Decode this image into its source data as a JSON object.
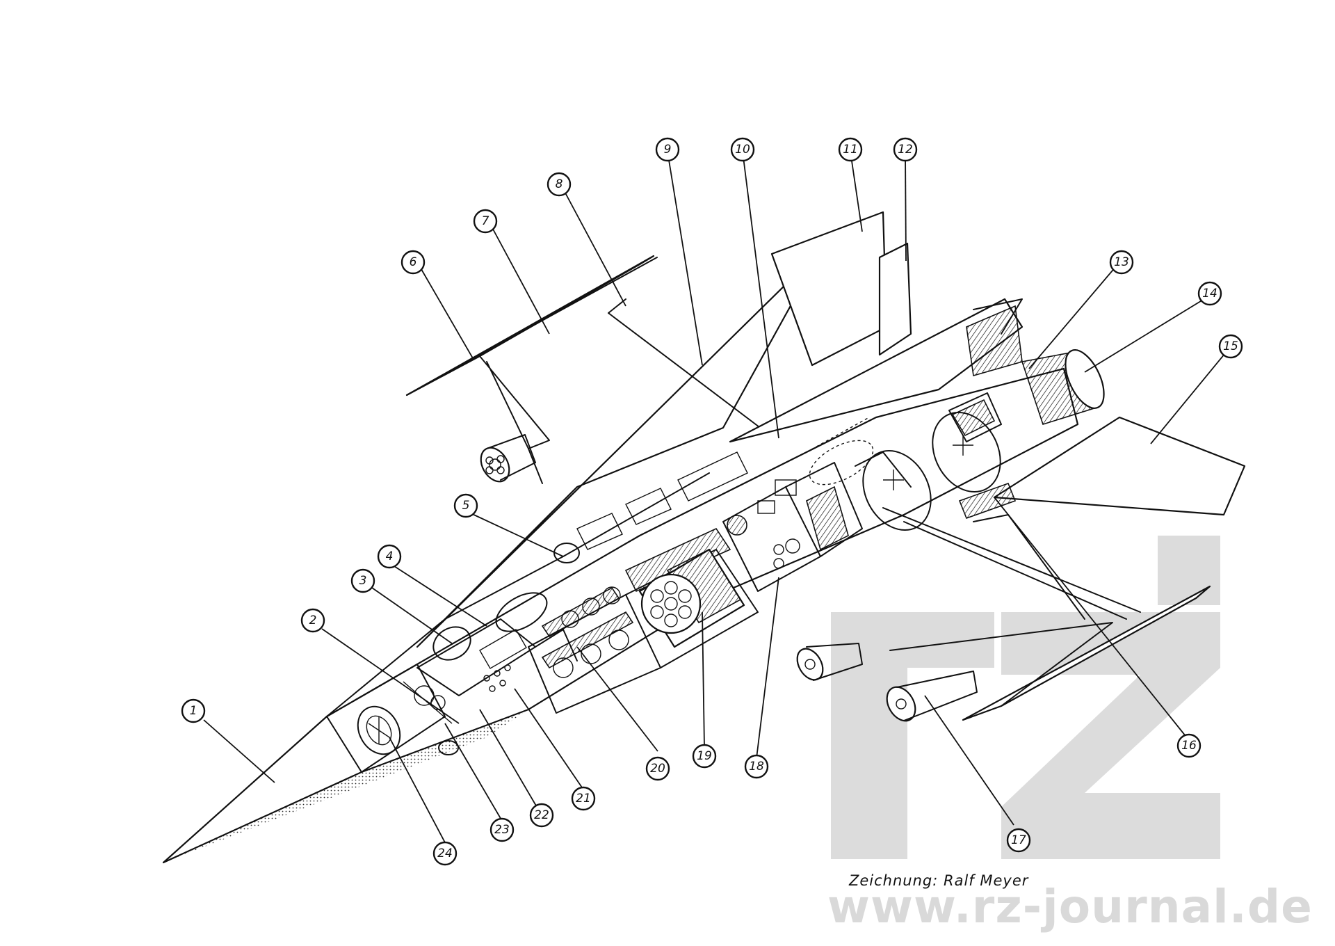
{
  "diagram": {
    "callouts": [
      "1",
      "2",
      "3",
      "4",
      "5",
      "6",
      "7",
      "8",
      "9",
      "10",
      "11",
      "12",
      "13",
      "14",
      "15",
      "16",
      "17",
      "18",
      "19",
      "20",
      "21",
      "22",
      "23",
      "24"
    ]
  },
  "credit": "Zeichnung: Ralf Meyer",
  "watermark": {
    "logo_text": "rz",
    "site": "www.rz-journal.de"
  },
  "colors": {
    "ink": "#111111",
    "watermark": "#d9d9d9",
    "background": "#ffffff"
  }
}
